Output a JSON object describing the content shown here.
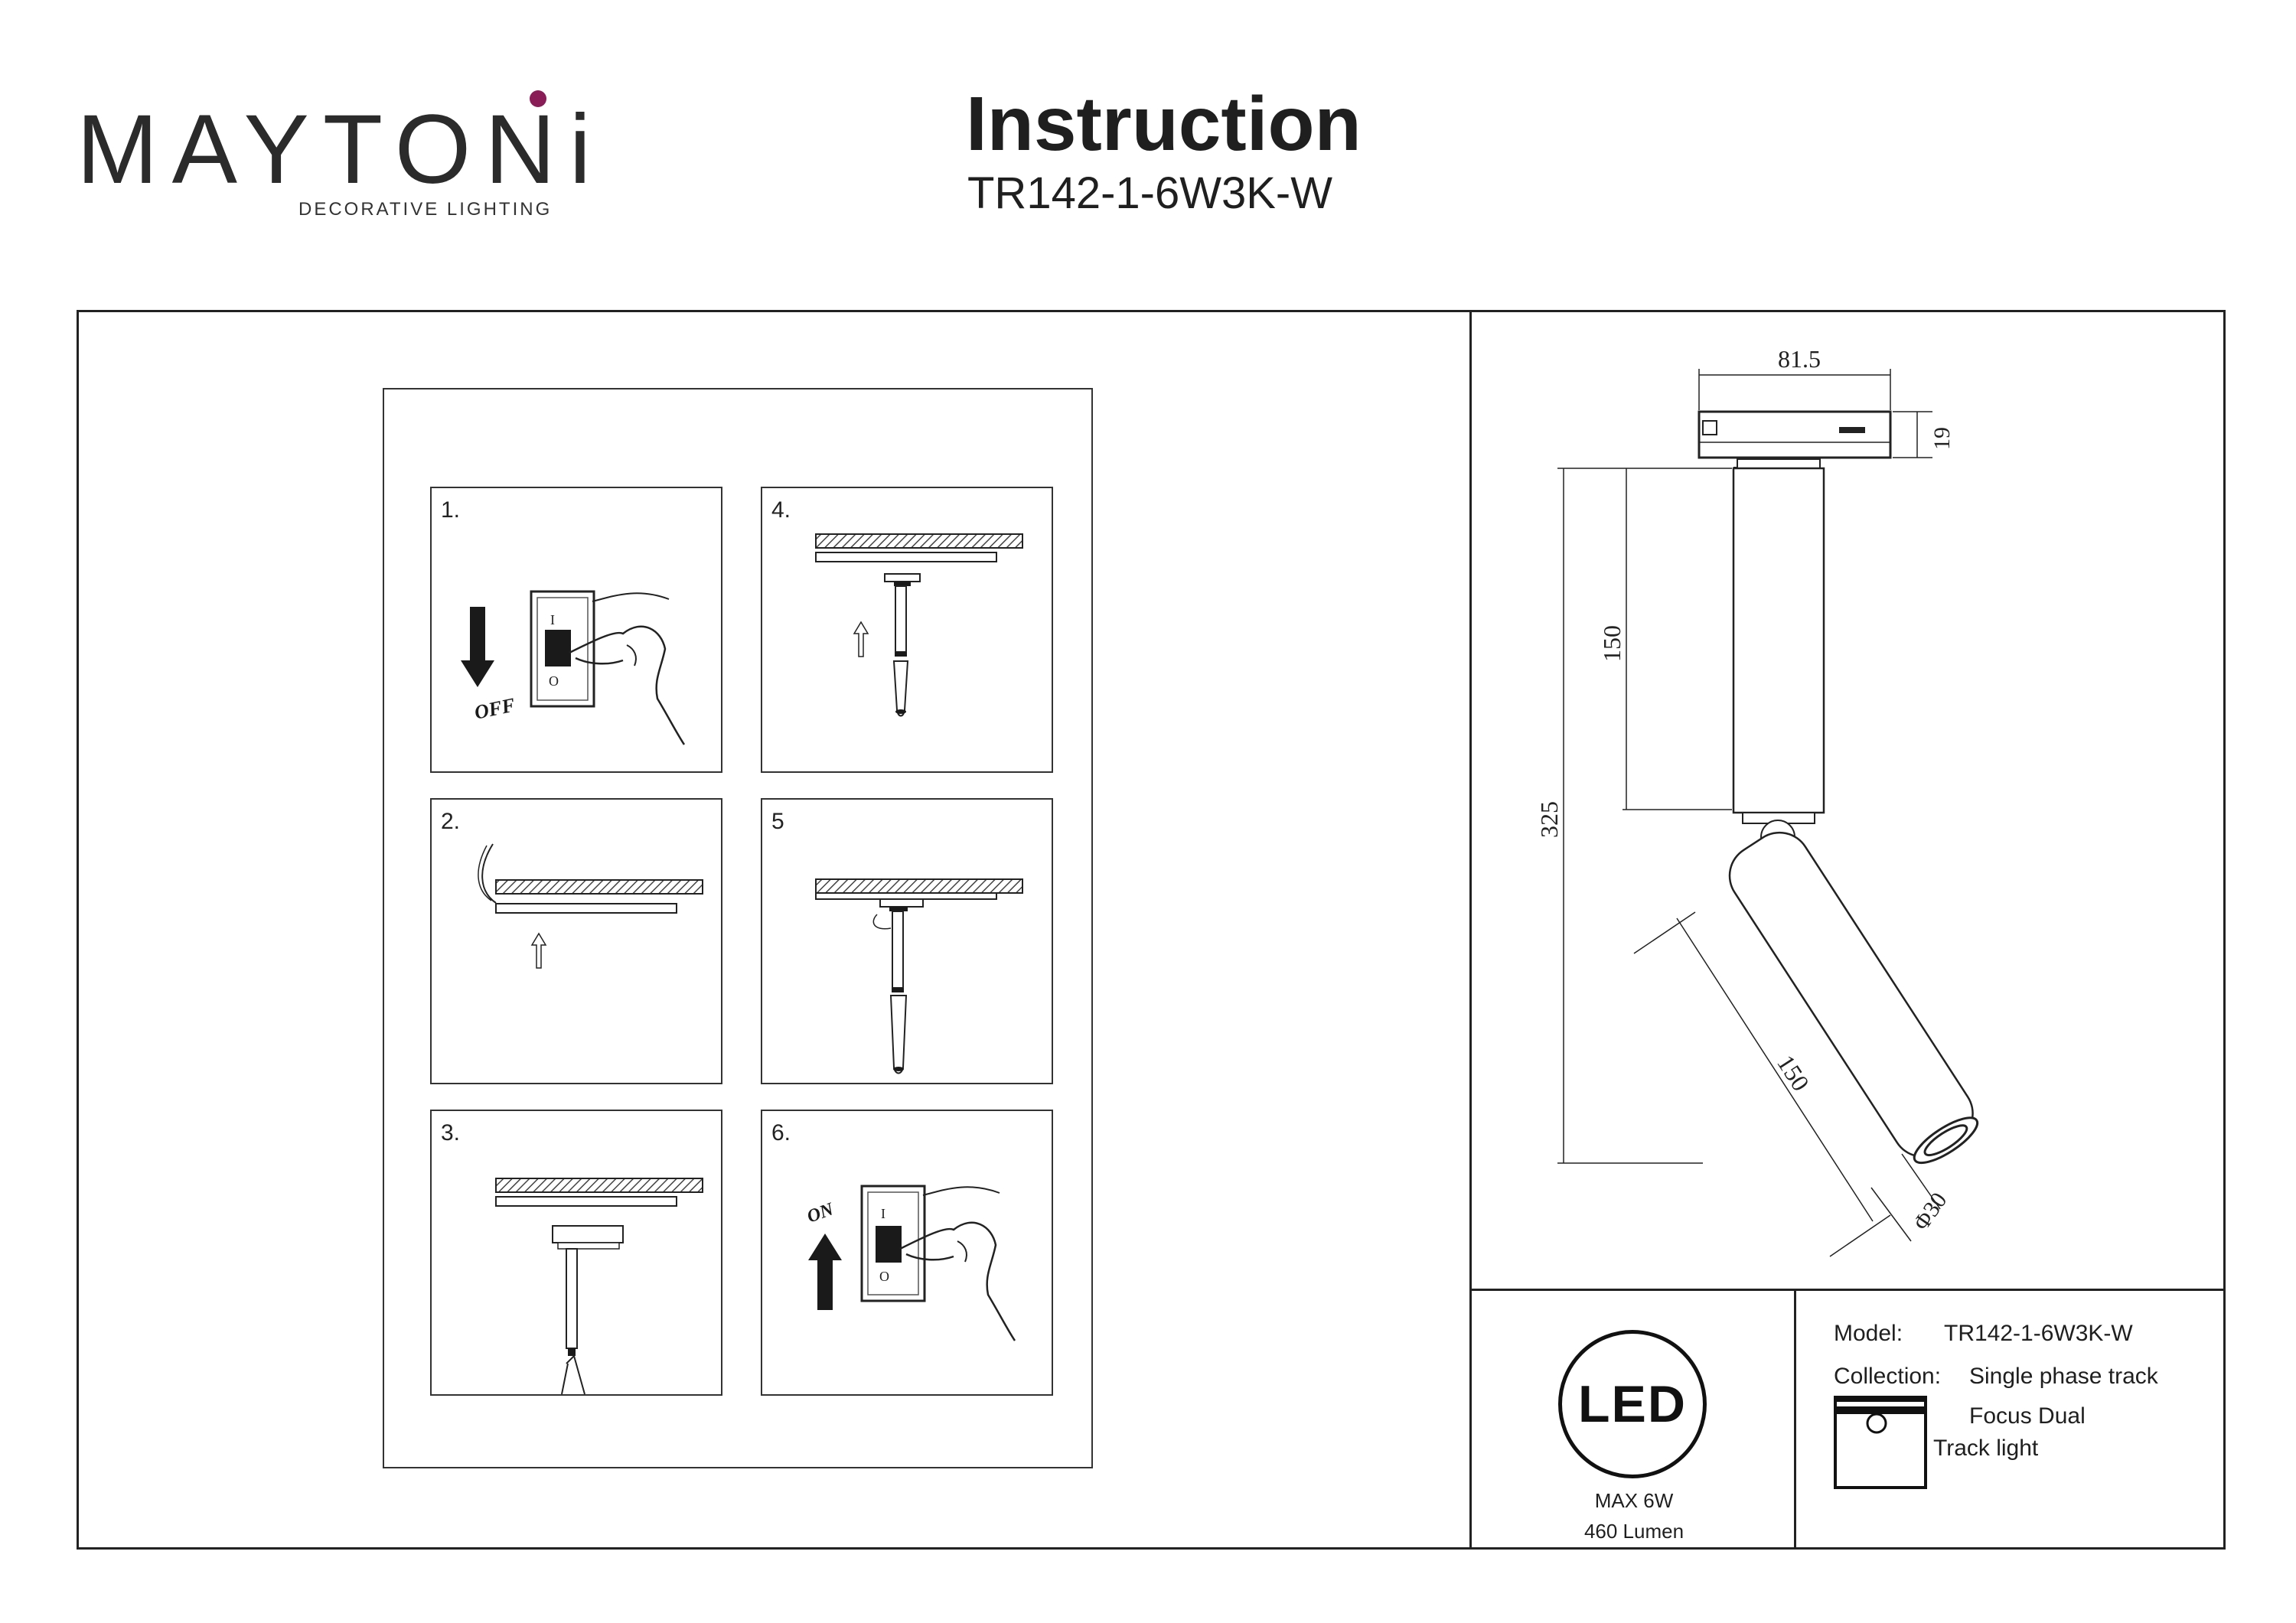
{
  "header": {
    "brand": "MAYTONi",
    "brand_tagline": "DECORATIVE LIGHTING",
    "title": "Instruction",
    "model_code": "TR142-1-6W3K-W"
  },
  "steps": [
    {
      "label": "1.",
      "switch_text": "OFF"
    },
    {
      "label": "2."
    },
    {
      "label": "3."
    },
    {
      "label": "4."
    },
    {
      "label": "5"
    },
    {
      "label": "6.",
      "switch_text": "ON"
    }
  ],
  "switch_marks": {
    "on_mark": "I",
    "off_mark": "O"
  },
  "dimensions": {
    "width": "81.5",
    "height_top": "19",
    "stem_length": "150",
    "total_height": "325",
    "tube_length": "150",
    "diameter": "Φ30"
  },
  "led_badge": {
    "label": "LED",
    "power": "MAX 6W",
    "lumen": "460 Lumen"
  },
  "specs": {
    "model_label": "Model:",
    "model_value": "TR142-1-6W3K-W",
    "collection_label": "Collection:",
    "collection_value_1": "Single phase track",
    "collection_value_2": "Focus Dual",
    "type_value": "Track light"
  },
  "colors": {
    "brand_accent": "#8a1c57",
    "line": "#222222"
  }
}
